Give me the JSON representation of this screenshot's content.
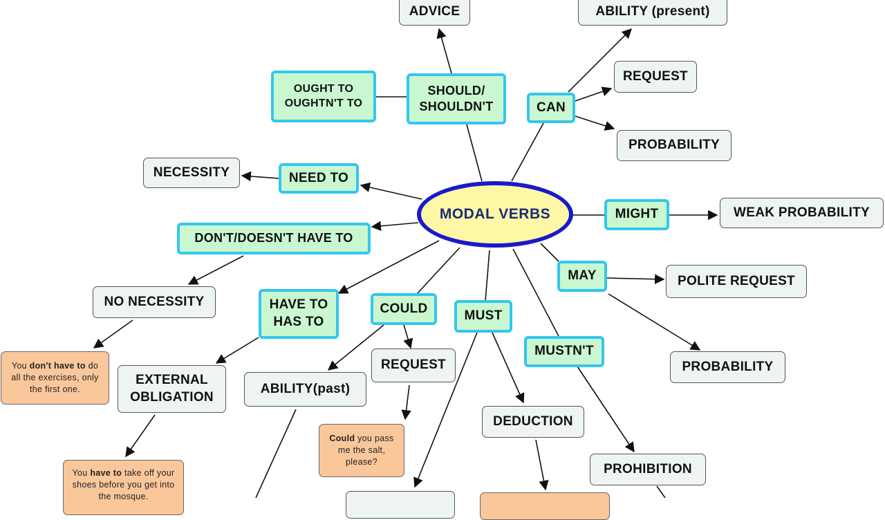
{
  "center": {
    "label": "MODAL VERBS"
  },
  "modals": {
    "should": "SHOULD/ SHOULDN'T",
    "ought": "OUGHT TO OUGHTN'T TO",
    "can": "CAN",
    "need_to": "NEED TO",
    "dont_have_to": "DON'T/DOESN'T HAVE TO",
    "might": "MIGHT",
    "may": "MAY",
    "have_to": "HAVE TO HAS TO",
    "could": "COULD",
    "must": "MUST",
    "mustnt": "MUSTN'T"
  },
  "concepts": {
    "advice": "ADVICE",
    "ability_present": "ABILITY (present)",
    "request_can": "REQUEST",
    "probability_can": "PROBABILITY",
    "necessity": "NECESSITY",
    "weak_probability": "WEAK PROBABILITY",
    "polite_request": "POLITE REQUEST",
    "probability_may": "PROBABILITY",
    "no_necessity": "NO NECESSITY",
    "external_obligation": "EXTERNAL OBLIGATION",
    "ability_past": "ABILITY(past)",
    "request_could": "REQUEST",
    "deduction": "DEDUCTION",
    "prohibition": "PROHIBITION"
  },
  "examples": {
    "dont_have_to": {
      "pre": "You ",
      "bold": "don't have to",
      "post": " do all the exercises, only the first one."
    },
    "could": {
      "pre": "",
      "bold": "Could",
      "post": " you pass me the salt, please?"
    },
    "have_to": {
      "pre": "You ",
      "bold": "have to",
      "post": " take off your shoes before you get into the mosque."
    }
  }
}
